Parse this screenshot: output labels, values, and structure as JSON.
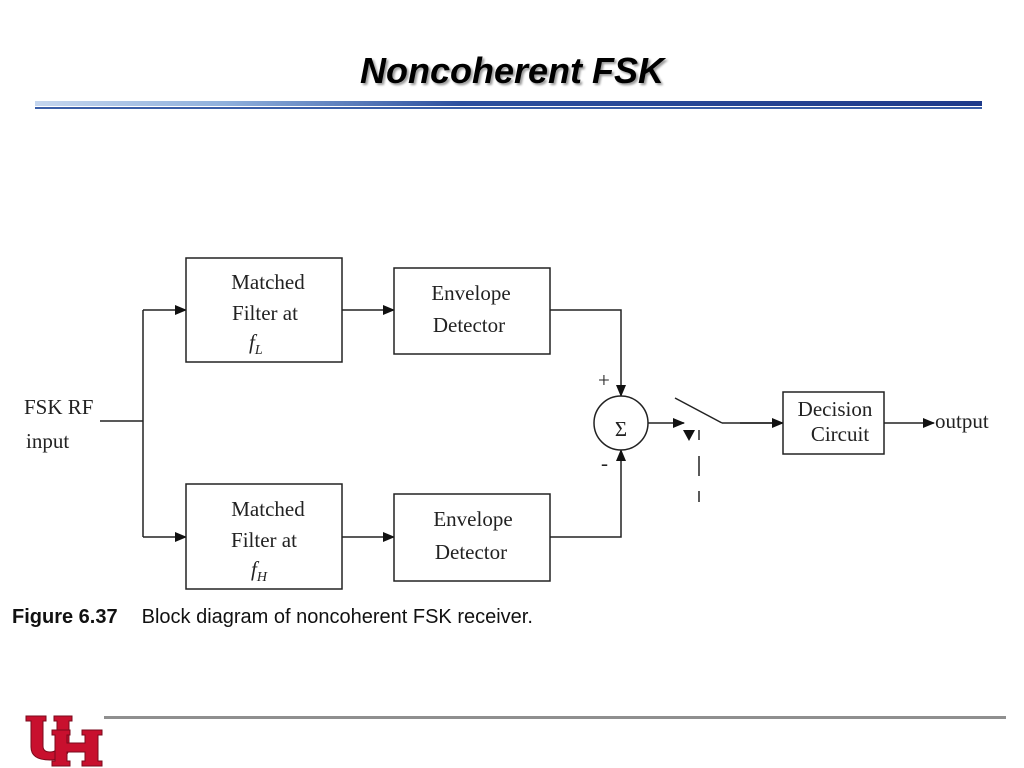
{
  "slide": {
    "title": "Noncoherent FSK"
  },
  "diagram": {
    "input_label_line1": "FSK RF",
    "input_label_line2": "input",
    "top_filter": {
      "line1": "Matched",
      "line2": "Filter at",
      "freq_var": "f",
      "freq_sub": "L"
    },
    "bottom_filter": {
      "line1": "Matched",
      "line2": "Filter at",
      "freq_var": "f",
      "freq_sub": "H"
    },
    "top_envelope": {
      "line1": "Envelope",
      "line2": "Detector"
    },
    "bottom_envelope": {
      "line1": "Envelope",
      "line2": "Detector"
    },
    "summer_symbol": "Σ",
    "plus_sign": "+",
    "minus_sign": "-",
    "decision": {
      "line1": "Decision",
      "line2": "Circuit"
    },
    "output_label": "output"
  },
  "caption": {
    "figure_number": "Figure 6.37",
    "text": "Block diagram of noncoherent FSK receiver."
  },
  "colors": {
    "title_rule_dark": "#1e3a8a",
    "title_rule_light": "#a9c4e8",
    "logo_red": "#c8102e",
    "footer_rule": "#8f8f8f"
  }
}
